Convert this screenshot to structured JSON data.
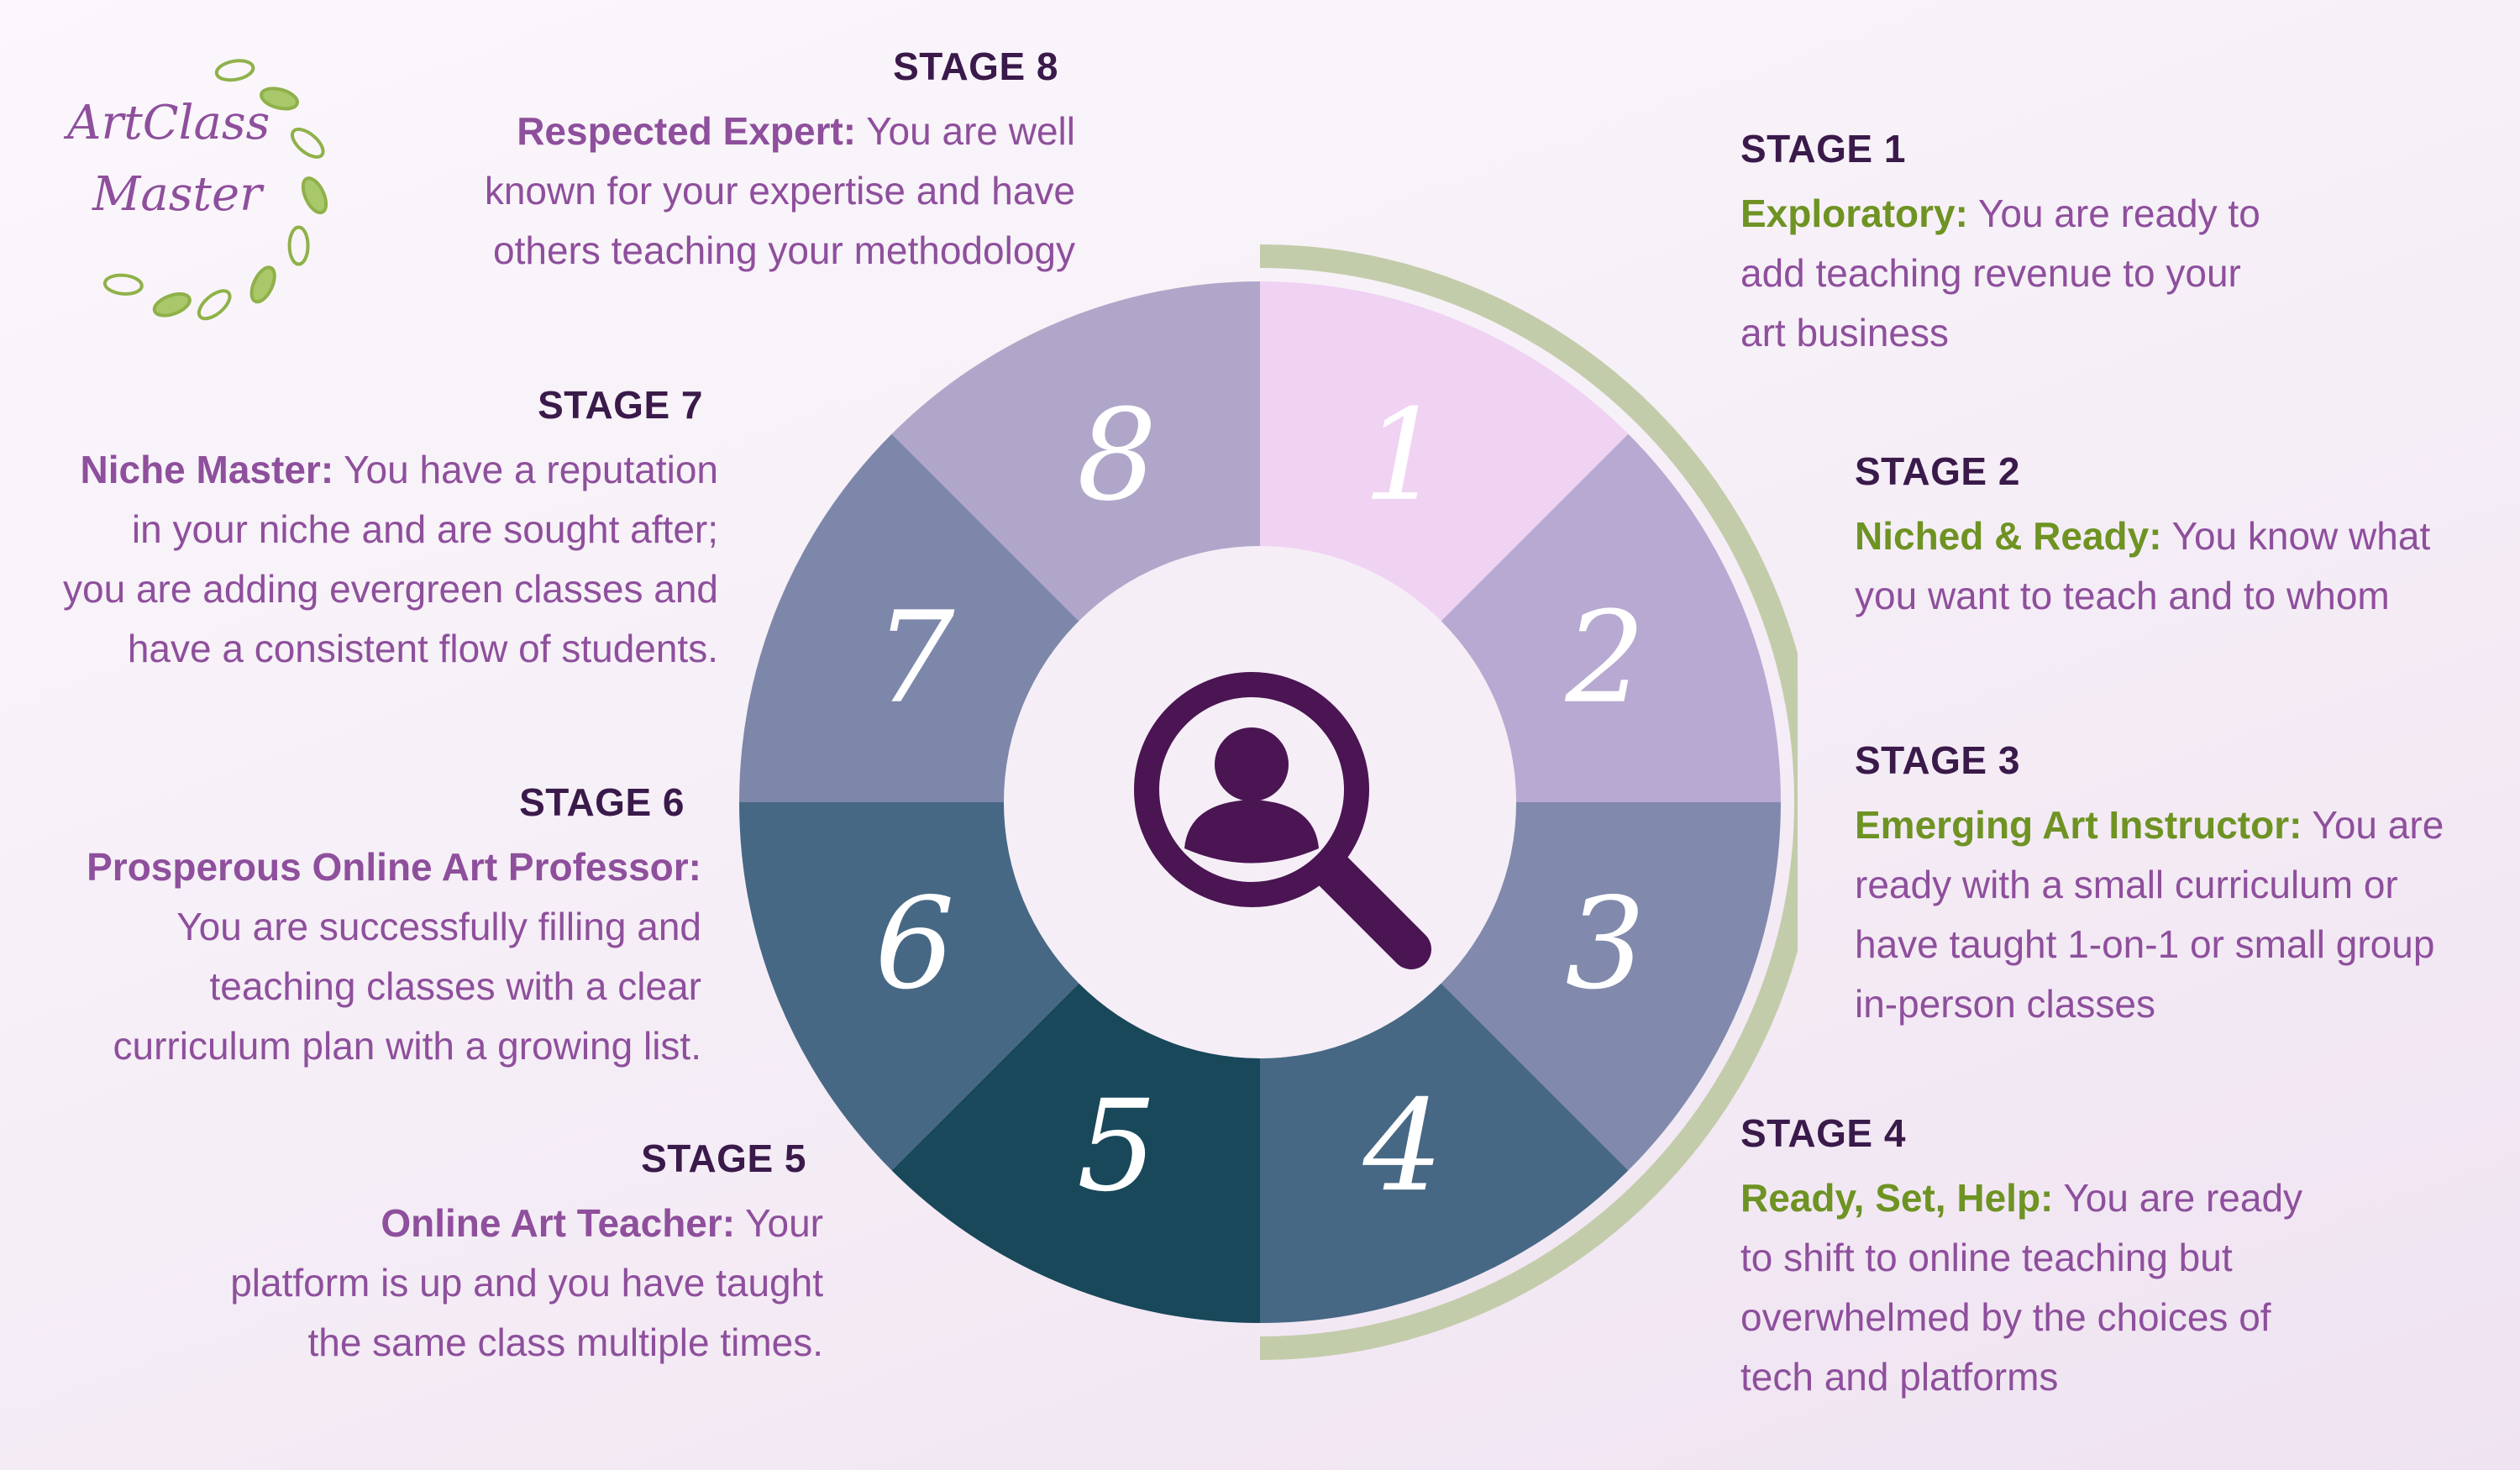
{
  "logo": {
    "line1": "ArtClass",
    "line2": "Master"
  },
  "colors": {
    "accent_purple": "#8e4f9c",
    "accent_green": "#6e9323",
    "heading_dark": "#3a1a4a",
    "ring": "#c3ccaa",
    "icon": "#4a1552"
  },
  "wheel": {
    "center_icon": "magnifier-person-icon",
    "segments": [
      {
        "number": "1",
        "color": "#f0d2f3"
      },
      {
        "number": "2",
        "color": "#b7a9d1"
      },
      {
        "number": "3",
        "color": "#818aac"
      },
      {
        "number": "4",
        "color": "#476884"
      },
      {
        "number": "5",
        "color": "#18485a"
      },
      {
        "number": "6",
        "color": "#476884"
      },
      {
        "number": "7",
        "color": "#7d87aa"
      },
      {
        "number": "8",
        "color": "#b0a6c9"
      }
    ]
  },
  "stages": [
    {
      "heading": "STAGE 1",
      "name": "Exploratory:",
      "lines": [
        "You are ready to",
        "add teaching revenue to your",
        "art business"
      ]
    },
    {
      "heading": "STAGE 2",
      "name": "Niched & Ready:",
      "lines": [
        "You know what",
        "you want to teach and to whom"
      ]
    },
    {
      "heading": "STAGE 3",
      "name": "Emerging Art Instructor:",
      "lines": [
        "You are",
        "ready with a small curriculum or",
        "have taught 1-on-1 or small group",
        "in-person classes"
      ]
    },
    {
      "heading": "STAGE 4",
      "name": "Ready, Set, Help:",
      "lines": [
        "You are ready",
        "to shift to online teaching but",
        "overwhelmed by the choices of",
        "tech and platforms"
      ]
    },
    {
      "heading": "STAGE 5",
      "name": "Online Art Teacher:",
      "lines": [
        "Your",
        "platform is up and you have taught",
        "the same class multiple times."
      ]
    },
    {
      "heading": "STAGE 6",
      "name": "Prosperous Online Art Professor:",
      "lines": [
        "",
        "You are successfully filling and",
        "teaching classes with a clear",
        "curriculum plan with a growing list."
      ]
    },
    {
      "heading": "STAGE 7",
      "name": "Niche Master:",
      "lines": [
        "You have a reputation",
        "in your niche and are sought after;",
        "you are adding evergreen classes and",
        "have a consistent flow of students."
      ]
    },
    {
      "heading": "STAGE 8",
      "name": "Respected Expert:",
      "lines": [
        "You are well",
        "known for your expertise and have",
        "others teaching your methodology"
      ]
    }
  ]
}
